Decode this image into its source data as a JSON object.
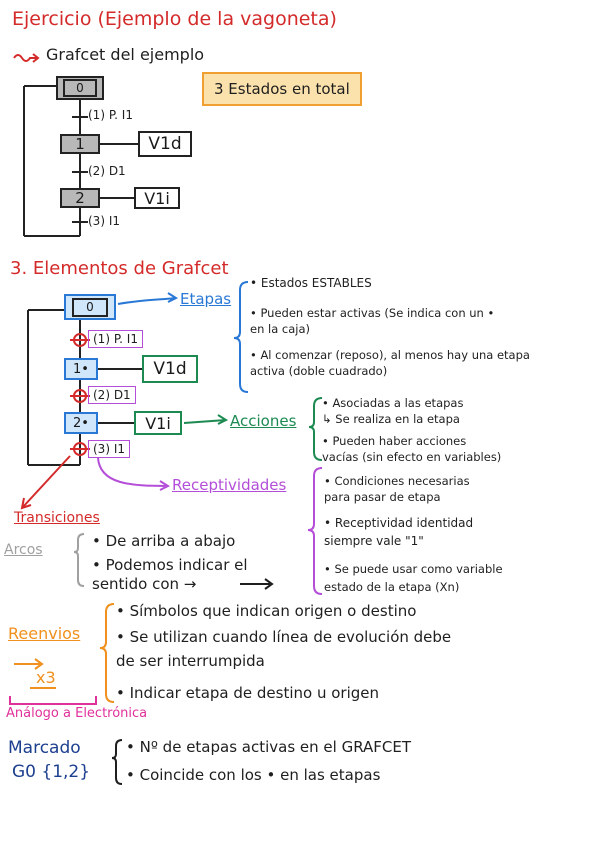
{
  "header": {
    "title": "Ejercicio (Ejemplo de la vagoneta)",
    "subtitle": "Grafcet del ejemplo"
  },
  "example": {
    "step0": "0",
    "step1": "1",
    "step2": "2",
    "action1": "V1d",
    "action2": "V1i",
    "t1": "(1) P. I1",
    "t2": "(2) D1",
    "t3": "(3) I1",
    "note": "3 Estados en total"
  },
  "section": {
    "title": "3. Elementos de Grafcet"
  },
  "diagram": {
    "step0": "0",
    "step1": "1•",
    "step2": "2•",
    "action1": "V1d",
    "action2": "V1i",
    "t1": "(1) P. I1",
    "t2": "(2) D1",
    "t3": "(3) I1"
  },
  "etapas": {
    "label": "Etapas",
    "items": [
      "• Estados ESTABLES",
      "• Pueden estar activas (Se indica con un •",
      "  en la caja)",
      "• Al comenzar (reposo), al menos hay una etapa",
      "  activa (doble cuadrado)"
    ]
  },
  "acciones": {
    "label": "Acciones",
    "items": [
      "• Asociadas a las etapas",
      "  ↳ Se realiza en la etapa",
      "• Pueden haber acciones",
      "  vacías (sin efecto en variables)"
    ]
  },
  "receptividades": {
    "label": "Receptividades",
    "items": [
      "• Condiciones necesarias",
      "  para pasar de etapa",
      "• Receptividad identidad",
      "  siempre vale \"1\"",
      "• Se puede usar como variable",
      "  estado de la etapa (Xn)"
    ]
  },
  "transiciones": {
    "label": "Transiciones"
  },
  "arcos": {
    "label": "Arcos",
    "items": [
      "• De arriba a abajo",
      "• Podemos indicar el",
      "  sentido con →"
    ]
  },
  "reenvios": {
    "label": "Reenvios",
    "symbol": "x3",
    "items": [
      "• Símbolos que indican origen o destino",
      "• Se utilizan cuando línea de evolución debe",
      "  de ser interrumpida",
      "• Indicar etapa de destino u origen"
    ],
    "analogy": "Análogo a Electrónica"
  },
  "marcado": {
    "label": "Marcado",
    "set": "G0 {1,2}",
    "items": [
      "• Nº de etapas activas en el GRAFCET",
      "• Coincide con los • en las etapas"
    ]
  }
}
